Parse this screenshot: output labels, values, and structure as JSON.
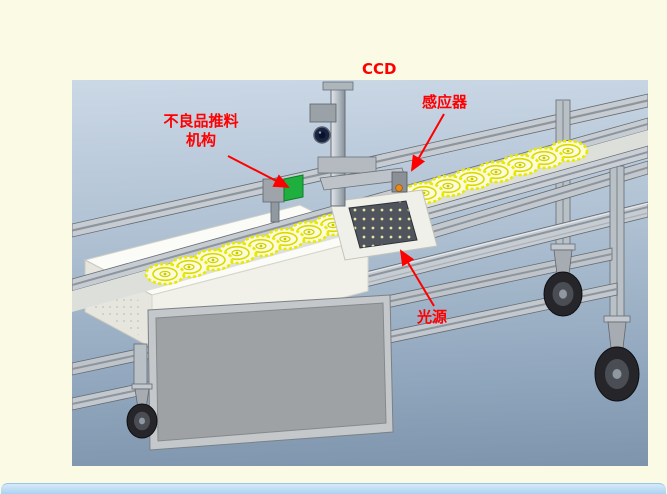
{
  "window": {
    "background_color": "#FBFBE5",
    "bottom_bar_color": "#BCDCF5"
  },
  "diagram": {
    "type": "annotated-3d-cad-render",
    "subject": "machine-vision-inspection-conveyor",
    "scene": {
      "background_top": "#CBD8E6",
      "background_bottom": "#7E94AC",
      "frame_color": "#C6CCD2",
      "disc_color": "#E9E900",
      "pusher_color": "#1FAF3F",
      "led_panel_color": "#50545C",
      "annotation_color": "#FE0000"
    },
    "labels": {
      "ccd": "CCD",
      "sensor": "感应器",
      "reject_pusher_line1": "不良品推料",
      "reject_pusher_line2": "机构",
      "light_source": "光源"
    }
  }
}
